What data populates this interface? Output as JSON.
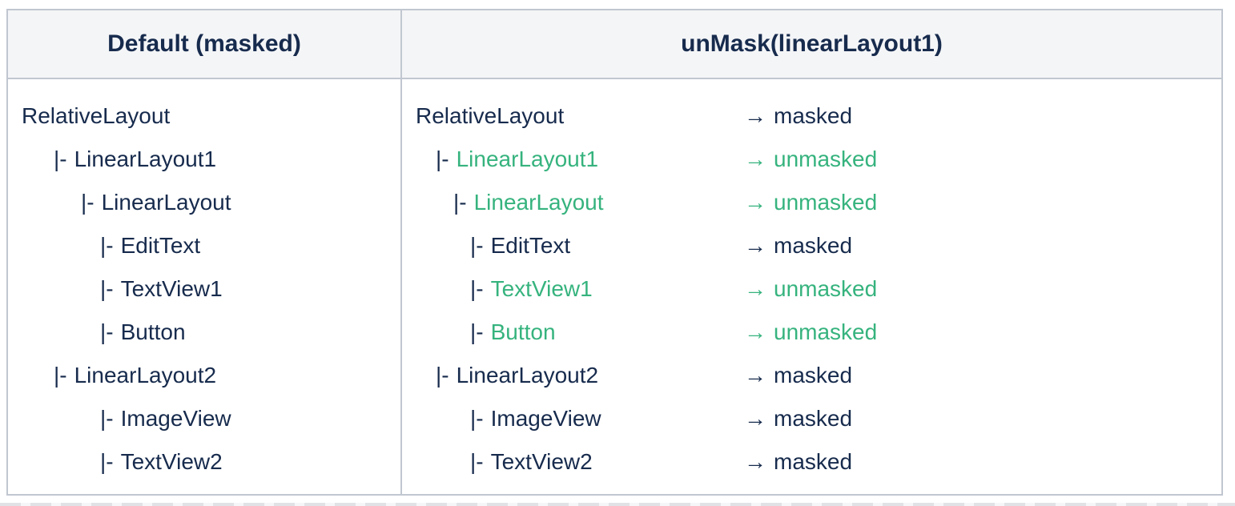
{
  "colors": {
    "text": "#172B4D",
    "green": "#36B37E",
    "header_bg": "#F4F5F7",
    "border": "#C1C7D0",
    "page_bg": "#FFFFFF"
  },
  "table": {
    "headers": [
      "Default (masked)",
      "unMask(linearLayout1)"
    ],
    "arrow": "→",
    "left_rows": [
      {
        "indent": 0,
        "prefix": "",
        "name": "RelativeLayout"
      },
      {
        "indent": 1,
        "prefix": "|-",
        "name": "LinearLayout1"
      },
      {
        "indent": 2,
        "prefix": "|-",
        "name": "LinearLayout"
      },
      {
        "indent": 3,
        "prefix": "|-",
        "name": "EditText"
      },
      {
        "indent": 3,
        "prefix": "|-",
        "name": "TextView1"
      },
      {
        "indent": 3,
        "prefix": "|-",
        "name": "Button"
      },
      {
        "indent": 1,
        "prefix": "|-",
        "name": "LinearLayout2"
      },
      {
        "indent": 3,
        "prefix": "|-",
        "name": "ImageView"
      },
      {
        "indent": 3,
        "prefix": "|-",
        "name": "TextView2"
      }
    ],
    "right_rows": [
      {
        "indent": 0,
        "prefix": "",
        "name": "RelativeLayout",
        "status": "masked",
        "unmasked": false
      },
      {
        "indent": 1,
        "prefix": "|-",
        "name": "LinearLayout1",
        "status": "unmasked",
        "unmasked": true
      },
      {
        "indent": 2,
        "prefix": "|-",
        "name": "LinearLayout",
        "status": "unmasked",
        "unmasked": true
      },
      {
        "indent": 3,
        "prefix": "|-",
        "name": "EditText",
        "status": "masked",
        "unmasked": false
      },
      {
        "indent": 3,
        "prefix": "|-",
        "name": "TextView1",
        "status": "unmasked",
        "unmasked": true
      },
      {
        "indent": 3,
        "prefix": "|-",
        "name": "Button",
        "status": "unmasked",
        "unmasked": true
      },
      {
        "indent": 1,
        "prefix": "|-",
        "name": "LinearLayout2",
        "status": "masked",
        "unmasked": false
      },
      {
        "indent": 3,
        "prefix": "|-",
        "name": "ImageView",
        "status": "masked",
        "unmasked": false
      },
      {
        "indent": 3,
        "prefix": "|-",
        "name": "TextView2",
        "status": "masked",
        "unmasked": false
      }
    ]
  }
}
